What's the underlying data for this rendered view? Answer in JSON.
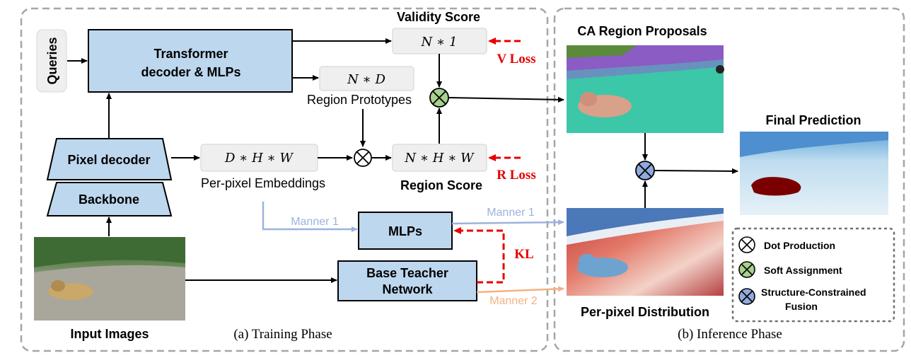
{
  "training_panel": {
    "caption": "(a) Training Phase",
    "queries_label": "Queries",
    "transformer_label_line1": "Transformer",
    "transformer_label_line2": "decoder & MLPs",
    "pixel_decoder_label": "Pixel decoder",
    "backbone_label": "Backbone",
    "input_images_label": "Input Images",
    "validity_score_title": "Validity Score",
    "validity_formula": "N ∗ 1",
    "v_loss_label": "V Loss",
    "region_prototypes_formula": "N ∗ D",
    "region_prototypes_label": "Region Prototypes",
    "embeddings_formula": "D ∗ H ∗ W",
    "embeddings_label": "Per-pixel  Embeddings",
    "region_score_formula": "N ∗ H ∗ W",
    "region_score_label": "Region Score",
    "r_loss_label": "R Loss",
    "mlps_label": "MLPs",
    "manner1_left_label": "Manner 1",
    "teacher_label_line1": "Base Teacher",
    "teacher_label_line2": "Network",
    "kl_label": "KL"
  },
  "inference_panel": {
    "caption": "(b) Inference Phase",
    "ca_region_title": "CA Region Proposals",
    "final_prediction_title": "Final Prediction",
    "per_pixel_distribution_label": "Per-pixel Distribution",
    "manner1_label": "Manner 1",
    "manner2_label": "Manner 2"
  },
  "legend": {
    "dot_production": "Dot Production",
    "soft_assignment": "Soft Assignment",
    "fusion_line1": "Structure-Constrained",
    "fusion_line2": "Fusion"
  },
  "colors": {
    "box_fill": "#bdd7ee",
    "gray_box_fill": "#efefef",
    "loss_red": "#e60000",
    "manner1_blue": "#9db2dc",
    "manner2_orange": "#f4b183",
    "soft_assignment_green": "#a9d18e",
    "fusion_blue": "#8faadc",
    "panel_border": "#a6a6a6"
  }
}
